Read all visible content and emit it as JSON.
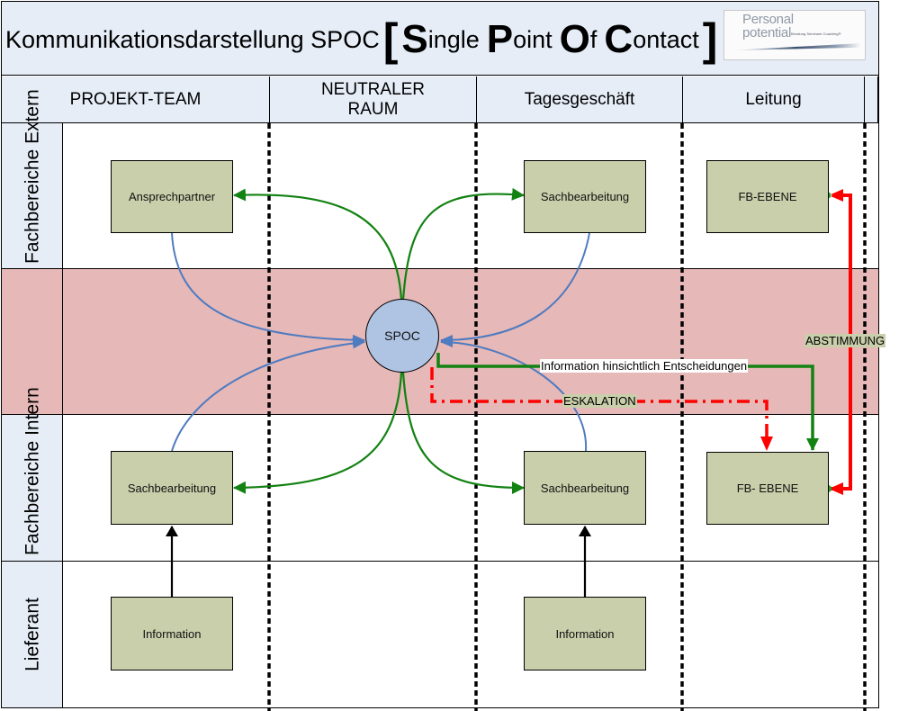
{
  "title": {
    "prefix": "Kommunikationsdarstellung SPOC",
    "open_bracket": "[",
    "close_bracket": "]",
    "words": [
      {
        "initial": "S",
        "rest": "ingle"
      },
      {
        "initial": "P",
        "rest": "oint"
      },
      {
        "initial": "O",
        "rest": "f"
      },
      {
        "initial": "C",
        "rest": "ontact"
      }
    ]
  },
  "logo": {
    "line1": "Personal",
    "line2": "potential",
    "tagline": "Beratung Seminare Coaching®"
  },
  "columns": [
    {
      "label": "PROJEKT-TEAM"
    },
    {
      "label": "NEUTRALER RAUM"
    },
    {
      "label": "Tagesgeschäft"
    },
    {
      "label": "Leitung"
    }
  ],
  "rows": [
    {
      "label": "Fachbereiche Extern"
    },
    {
      "label": ""
    },
    {
      "label": "Fachbereiche Intern"
    },
    {
      "label": "Lieferant"
    }
  ],
  "nodes": {
    "ansprechpartner": "Ansprechpartner",
    "sach_extern": "Sachbearbeitung",
    "fb_ebene_top": "FB-EBENE",
    "spoc": "SPOC",
    "sach_intern_left": "Sachbearbeitung",
    "sach_intern_right": "Sachbearbeitung",
    "fb_ebene_bottom": "FB- EBENE",
    "info_left": "Information",
    "info_right": "Information"
  },
  "connector_labels": {
    "information": "Information hinsichtlich Entscheidungen",
    "eskalation": "ESKALATION",
    "abstimmung": "ABSTIMMUNG"
  },
  "colors": {
    "header_bg": "#e6edf7",
    "node_fill": "#c8cfaa",
    "spoc_fill": "#afc3e3",
    "central_band": "#e6b8b7",
    "green_connector": "#128212",
    "blue_connector": "#4f7bc0",
    "red_connector": "#ff0000"
  }
}
